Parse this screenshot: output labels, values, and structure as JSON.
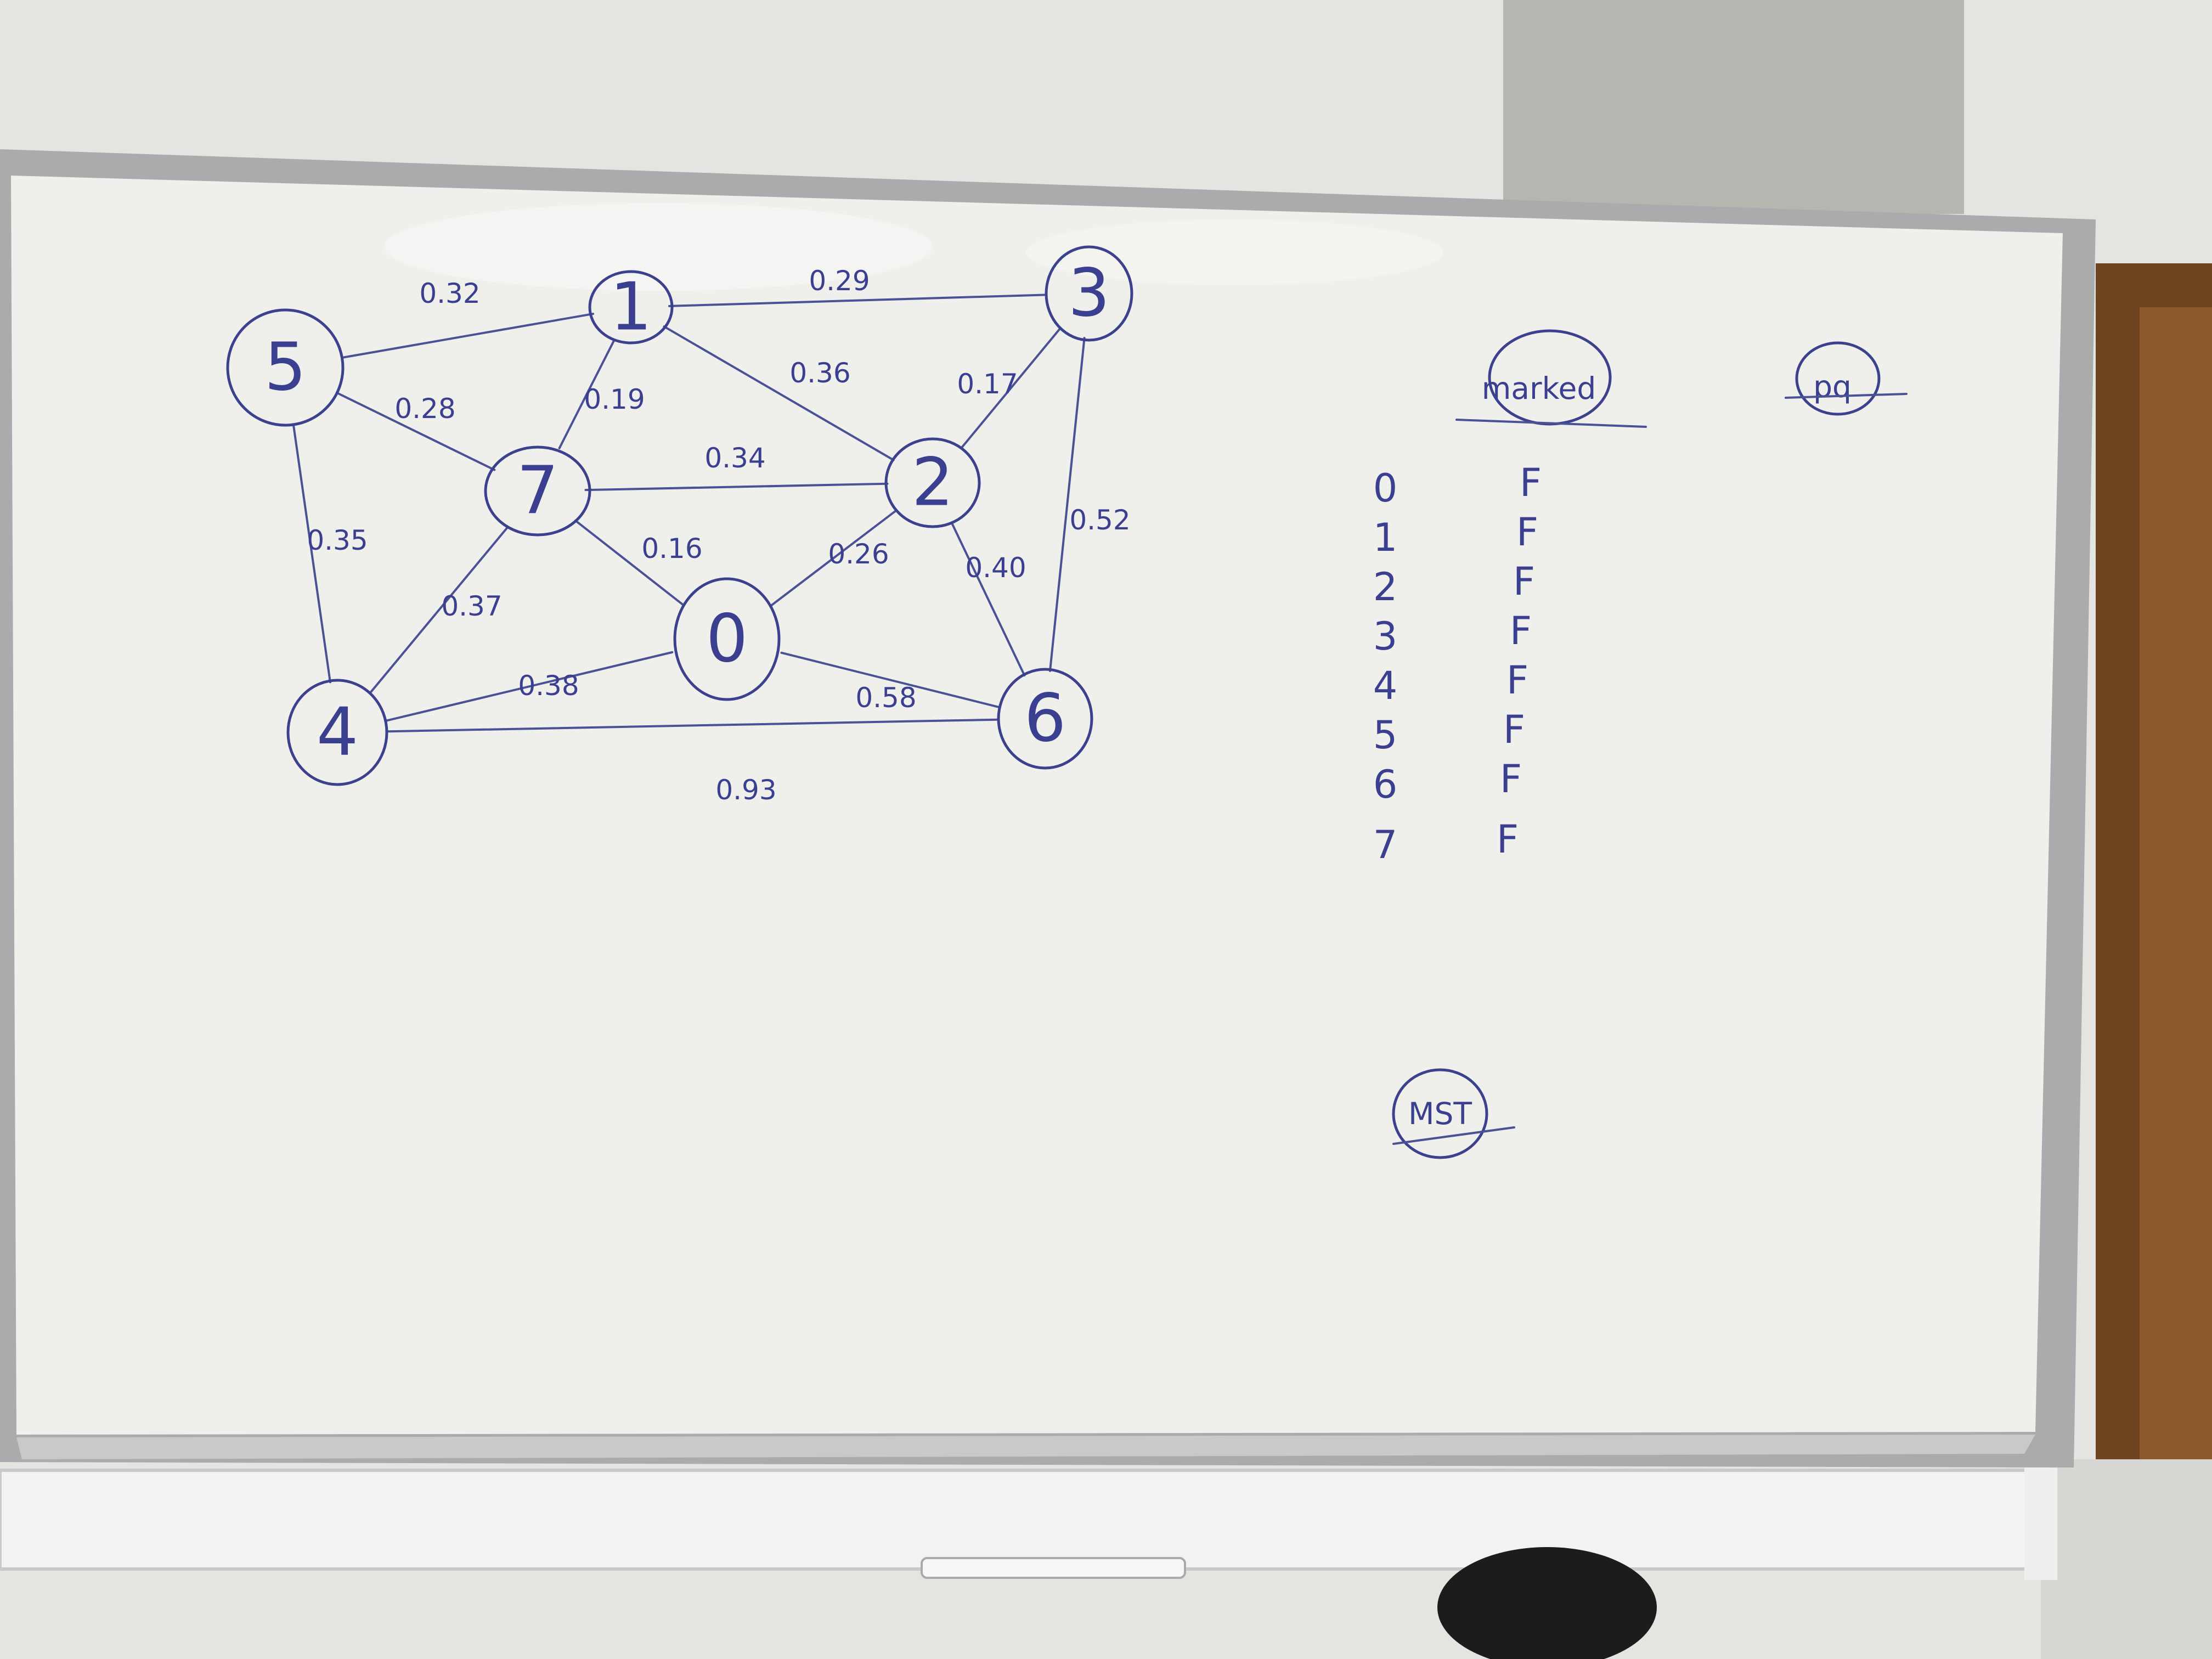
{
  "graph": {
    "nodes": [
      {
        "id": "0",
        "label": "0"
      },
      {
        "id": "1",
        "label": "1"
      },
      {
        "id": "2",
        "label": "2"
      },
      {
        "id": "3",
        "label": "3"
      },
      {
        "id": "4",
        "label": "4"
      },
      {
        "id": "5",
        "label": "5"
      },
      {
        "id": "6",
        "label": "6"
      },
      {
        "id": "7",
        "label": "7"
      }
    ],
    "edges": [
      {
        "from": "5",
        "to": "1",
        "weight": "0.32"
      },
      {
        "from": "3",
        "to": "1",
        "weight": "0.29"
      },
      {
        "from": "5",
        "to": "7",
        "weight": "0.28"
      },
      {
        "from": "1",
        "to": "7",
        "weight": "0.19"
      },
      {
        "from": "1",
        "to": "2",
        "weight": "0.36"
      },
      {
        "from": "3",
        "to": "2",
        "weight": "0.17"
      },
      {
        "from": "7",
        "to": "2",
        "weight": "0.34"
      },
      {
        "from": "5",
        "to": "4",
        "weight": "0.35"
      },
      {
        "from": "7",
        "to": "0",
        "weight": "0.16"
      },
      {
        "from": "2",
        "to": "0",
        "weight": "0.26"
      },
      {
        "from": "2",
        "to": "6",
        "weight": "0.40"
      },
      {
        "from": "3",
        "to": "6",
        "weight": "0.52"
      },
      {
        "from": "7",
        "to": "4",
        "weight": "0.37"
      },
      {
        "from": "4",
        "to": "0",
        "weight": "0.38"
      },
      {
        "from": "0",
        "to": "6",
        "weight": "0.58"
      },
      {
        "from": "4",
        "to": "6",
        "weight": "0.93"
      }
    ]
  },
  "marked_table": {
    "header": "marked",
    "rows": [
      {
        "vertex": "0",
        "value": "F"
      },
      {
        "vertex": "1",
        "value": "F"
      },
      {
        "vertex": "2",
        "value": "F"
      },
      {
        "vertex": "3",
        "value": "F"
      },
      {
        "vertex": "4",
        "value": "F"
      },
      {
        "vertex": "5",
        "value": "F"
      },
      {
        "vertex": "6",
        "value": "F"
      },
      {
        "vertex": "7",
        "value": "F"
      }
    ]
  },
  "pq_label": "pq",
  "mst_label": "MST",
  "colors": {
    "ink": "#3a3f8f",
    "board": "#f1f1ee",
    "frame": "#b9bbbb",
    "wall": "#ebebea",
    "concrete": "#b8b6b1",
    "door": "#6d4320"
  }
}
